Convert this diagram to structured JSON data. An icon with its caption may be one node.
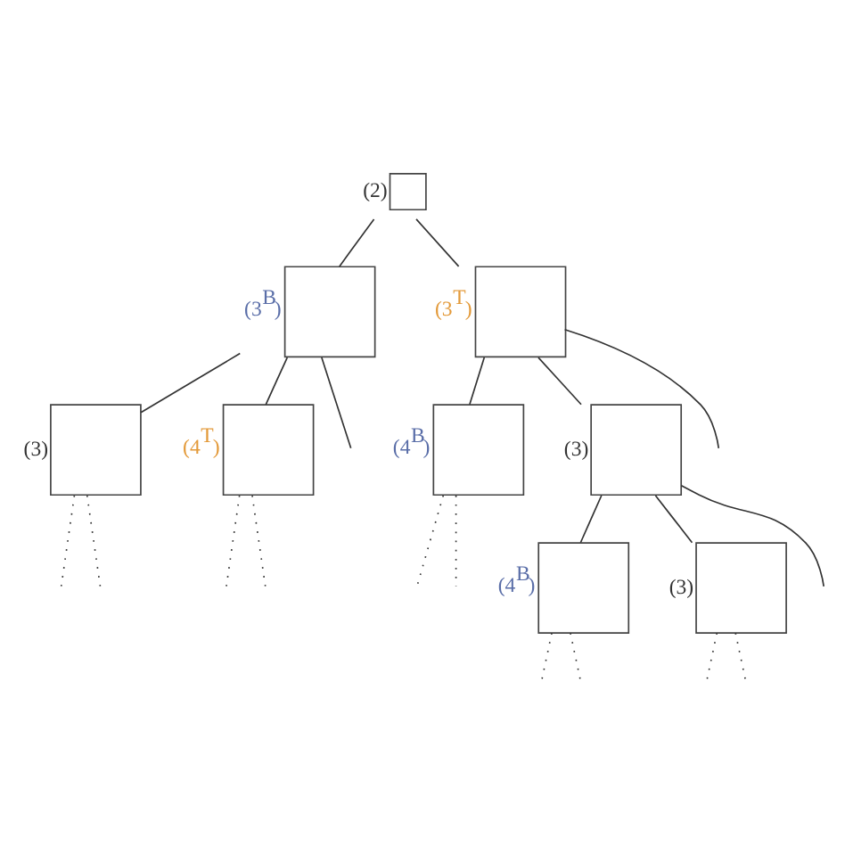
{
  "diagram": {
    "nodes": [
      {
        "text": [],
        "shape": "box",
        "beside": [
          "(2)"
        ]
      },
      {
        "text": [],
        "shape": "box",
        "beside": [
          "(3$^{B}$)"
        ]
      },
      {
        "text": [],
        "shape": "box",
        "beside": [
          "(3$^{T}$)"
        ]
      },
      {
        "text": [],
        "shape": "box",
        "beside": [
          "(3)"
        ]
      },
      {
        "text": [],
        "shape": "box",
        "beside": [
          "(4$^{T}$)"
        ]
      },
      {
        "text": [],
        "shape": "box",
        "beside": [
          "(4$^{B}$)"
        ]
      },
      {
        "text": [],
        "shape": "box",
        "beside": [
          "(3)"
        ]
      },
      {
        "text": [],
        "shape": "box",
        "beside": [
          "(4$^{B}$)"
        ]
      },
      {
        "text": [],
        "shape": "box",
        "beside": [
          "(3)"
        ]
      }
    ],
    "edges": [
      {
        "from": 0,
        "to": 1,
        "arrow": "none"
      },
      {
        "from": 0,
        "to": 2,
        "arrow": "none"
      },
      {
        "from": 1,
        "to": null,
        "arrow": "none"
      },
      {
        "from": 1,
        "to": 3,
        "arrow": "none"
      },
      {
        "from": 1,
        "to": 4,
        "arrow": "none"
      },
      {
        "from": 2,
        "to": 5,
        "arrow": "none"
      },
      {
        "from": 2,
        "to": 6,
        "arrow": "none"
      },
      {
        "from": 2,
        "to": null,
        "arrow": "none"
      },
      {
        "from": 6,
        "to": 7,
        "arrow": "none"
      },
      {
        "from": 6,
        "to": 8,
        "arrow": "none"
      },
      {
        "from": 6,
        "to": null,
        "arrow": "none"
      },
      {
        "from": 3,
        "to": null,
        "arrow": "none",
        "style": "dashed"
      },
      {
        "from": 3,
        "to": null,
        "arrow": "none",
        "style": "dashed"
      },
      {
        "from": 4,
        "to": null,
        "arrow": "none",
        "style": "dashed"
      },
      {
        "from": 4,
        "to": null,
        "arrow": "none",
        "style": "dashed"
      },
      {
        "from": 5,
        "to": null,
        "arrow": "none",
        "style": "dashed"
      },
      {
        "from": 5,
        "to": null,
        "arrow": "none",
        "style": "dashed"
      },
      {
        "from": 7,
        "to": null,
        "arrow": "none",
        "style": "dashed"
      },
      {
        "from": 7,
        "to": null,
        "arrow": "none",
        "style": "dashed"
      },
      {
        "from": 8,
        "to": null,
        "arrow": "none",
        "style": "dashed"
      },
      {
        "from": 8,
        "to": null,
        "arrow": "none",
        "style": "dashed"
      }
    ]
  }
}
